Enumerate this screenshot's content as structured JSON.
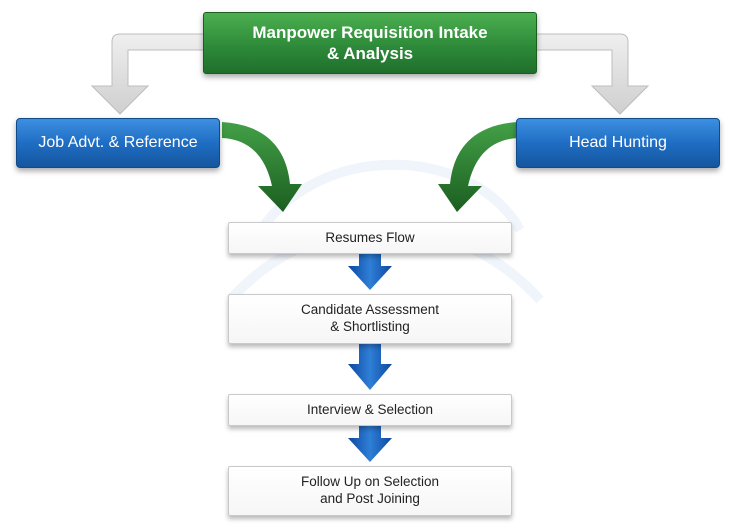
{
  "colors": {
    "top_box": "#2e8b3a",
    "source_box": "#1f6ec4",
    "step_box": "#ffffff",
    "grey_arrow": "#d9d9d9",
    "green_arrow": "#2e8b3a",
    "blue_arrow": "#1565c0"
  },
  "top": {
    "label": "Manpower Requisition Intake\n& Analysis"
  },
  "sources": [
    {
      "label": "Job Advt. & Reference"
    },
    {
      "label": "Head Hunting"
    }
  ],
  "steps": [
    {
      "label": "Resumes Flow"
    },
    {
      "label": "Candidate Assessment\n& Shortlisting"
    },
    {
      "label": "Interview & Selection"
    },
    {
      "label": "Follow Up on Selection\nand Post Joining"
    }
  ],
  "icons": {
    "grey_arrow": "arrow-grey-icon",
    "green_arrow": "arrow-green-curved-icon",
    "blue_arrow": "arrow-blue-down-icon"
  }
}
